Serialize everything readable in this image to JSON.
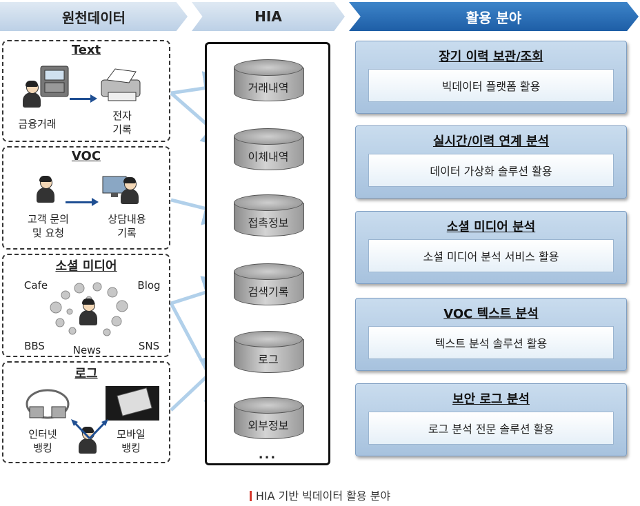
{
  "headers": {
    "source": "원천데이터",
    "hia": "HIA",
    "usage": "활용 분야"
  },
  "sources": {
    "text": {
      "title": "Text",
      "left_label": "금융거래",
      "right_label_1": "전자",
      "right_label_2": "기록"
    },
    "voc": {
      "title": "VOC",
      "left_label_1": "고객 문의",
      "left_label_2": "및 요청",
      "right_label_1": "상담내용",
      "right_label_2": "기록"
    },
    "social": {
      "title": "소셜 미디어",
      "cafe": "Cafe",
      "blog": "Blog",
      "bbs": "BBS",
      "news": "News",
      "sns": "SNS"
    },
    "log": {
      "title": "로그",
      "left_label_1": "인터넷",
      "left_label_2": "뱅킹",
      "right_label_1": "모바일",
      "right_label_2": "뱅킹"
    }
  },
  "hia": {
    "stores": [
      "거래내역",
      "이체내역",
      "접촉정보",
      "검색기록",
      "로그",
      "외부정보"
    ],
    "more": "..."
  },
  "usage": [
    {
      "title": "장기 이력 보관/조회",
      "detail": "빅데이터 플랫폼 활용"
    },
    {
      "title": "실시간/이력 연계 분석",
      "detail": "데이터 가상화 솔루션 활용"
    },
    {
      "title": "소셜 미디어 분석",
      "detail": "소셜 미디어 분석 서비스 활용"
    },
    {
      "title": "VOC 텍스트 분석",
      "detail": "텍스트 분석 솔루션 활용"
    },
    {
      "title": "보안 로그 분석",
      "detail": "로그 분석 전문 솔루션 활용"
    }
  ],
  "caption": "HIA 기반 빅데이터 활용 분야",
  "colors": {
    "header_light": "#bcd0e6",
    "header_dark": "#1e5ea6",
    "connector": "#9cc3e4",
    "flow_arrow": "#1f4f93",
    "caption_bar": "#d4372c"
  }
}
